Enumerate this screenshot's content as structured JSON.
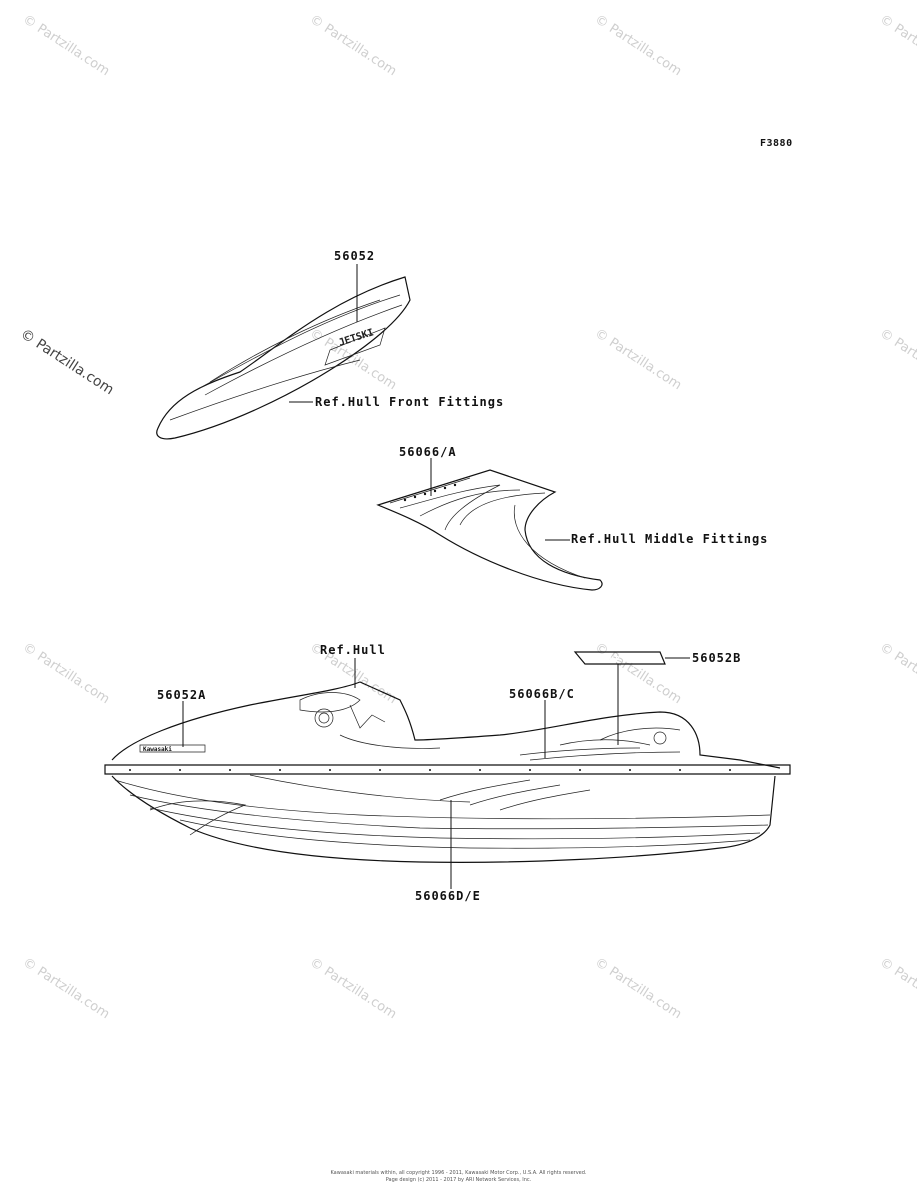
{
  "figure_code": "F3880",
  "watermark_text": "© Partzilla.com",
  "callouts": {
    "part_56052": "56052",
    "ref_front": "Ref.Hull Front Fittings",
    "part_56066a": "56066/A",
    "ref_middle": "Ref.Hull Middle Fittings",
    "ref_hull": "Ref.Hull",
    "part_56052b": "56052B",
    "part_56052a": "56052A",
    "part_56066bc": "56066B/C",
    "part_56066de": "56066D/E"
  },
  "footer": {
    "line1": "Kawasaki materials within, all copyright 1996 - 2011, Kawasaki Motor Corp., U.S.A. All rights reserved.",
    "line2": "Page design (c) 2011 - 2017 by ARI Network Services, Inc."
  }
}
